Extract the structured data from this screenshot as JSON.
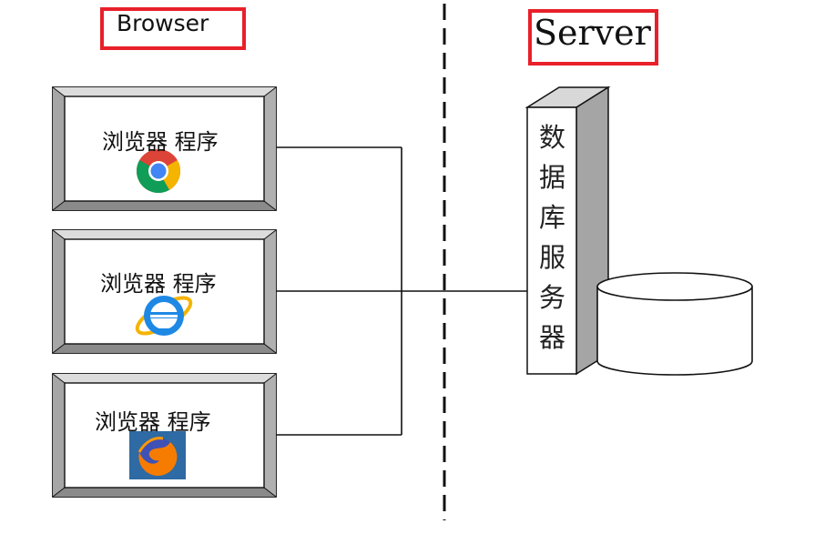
{
  "headers": {
    "browser": "Browser",
    "server": "Server"
  },
  "browser_programs": [
    {
      "label": "浏览器 程序",
      "icon": "chrome-icon"
    },
    {
      "label": "浏览器 程序",
      "icon": "internet-explorer-icon"
    },
    {
      "label": "浏览器 程序",
      "icon": "firefox-icon"
    }
  ],
  "database_server": {
    "label_chars": [
      "数",
      "据",
      "库",
      "服",
      "务",
      "器"
    ]
  },
  "colors": {
    "highlight_box": "#e8202a",
    "line": "#111111"
  }
}
